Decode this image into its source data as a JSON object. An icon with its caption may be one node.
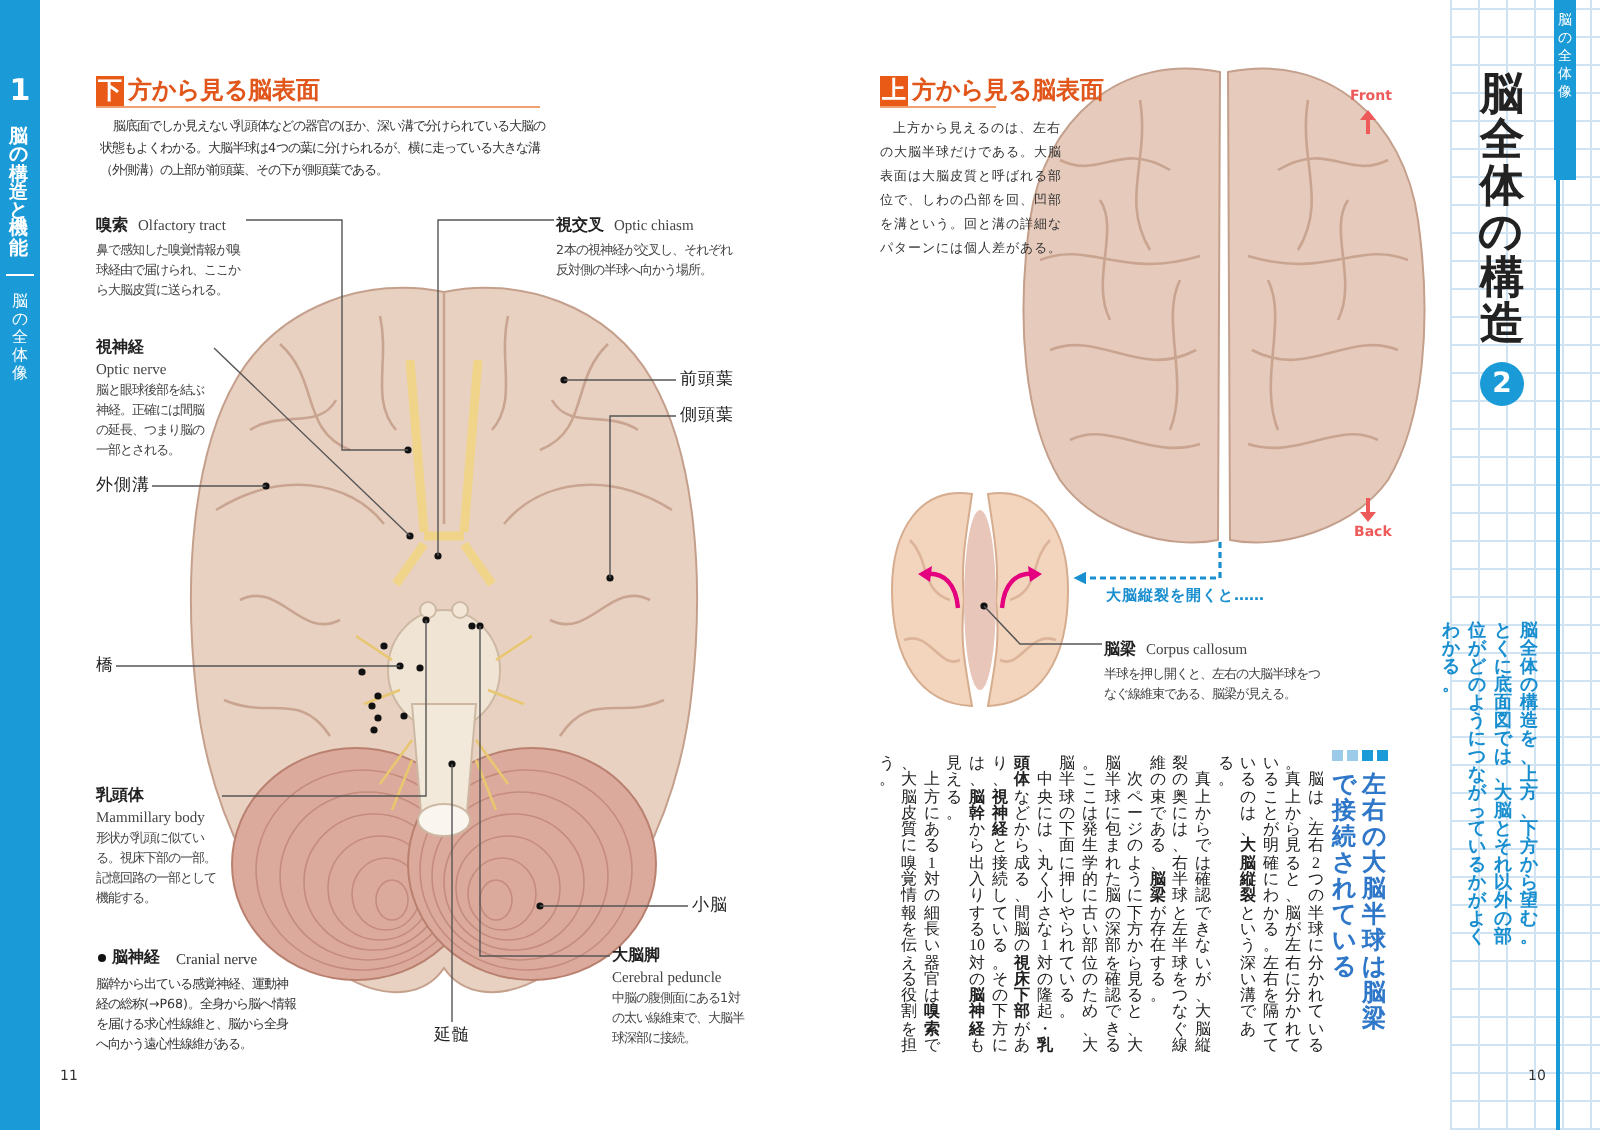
{
  "diagram": {
    "title": "脳全体の構造",
    "nodes": [
      {
        "text": [
          "嗅索",
          "Olfactory tract",
          "鼻で感知した嗅覚情報が嗅球経由で届けられ、ここから大脳皮質に送られる。"
        ]
      },
      {
        "text": [
          "視交叉",
          "Optic chiasm",
          "2本の視神経が交叉し、それぞれ反対側の半球へ向かう場所。"
        ]
      },
      {
        "text": [
          "視神経",
          "Optic nerve",
          "脳と眼球後部を結ぶ神経。正確には間脳の延長、つまり脳の一部とされる。"
        ]
      },
      {
        "text": [
          "前頭葉"
        ]
      },
      {
        "text": [
          "側頭葉"
        ]
      },
      {
        "text": [
          "外側溝"
        ]
      },
      {
        "text": [
          "橋"
        ]
      },
      {
        "text": [
          "乳頭体",
          "Mammillary body",
          "形状が乳頭に似ている。視床下部の一部。記憶回路の一部として機能する。"
        ]
      },
      {
        "text": [
          "小脳"
        ]
      },
      {
        "text": [
          "延髄"
        ]
      },
      {
        "text": [
          "大脳脚",
          "Cerebral peduncle",
          "中脳の腹側面にある1対の太い線維束で、大脳半球深部に接続。"
        ]
      },
      {
        "text": [
          "脳梁",
          "Corpus callosum",
          "半球を押し開くと、左右の大脳半球をつなぐ線維束である、脳梁が見える。"
        ]
      },
      {
        "text": [],
        "shape": "picture"
      },
      {
        "text": [],
        "shape": "picture"
      },
      {
        "text": [],
        "shape": "picture"
      }
    ],
    "edges": [
      {
        "from": 0,
        "to": 12,
        "arrow": "none"
      },
      {
        "from": 1,
        "to": 12,
        "arrow": "none"
      },
      {
        "from": 2,
        "to": 12,
        "arrow": "none"
      },
      {
        "from": 3,
        "to": 12,
        "arrow": "none"
      },
      {
        "from": 4,
        "to": 12,
        "arrow": "none"
      },
      {
        "from": 5,
        "to": 12,
        "arrow": "none"
      },
      {
        "from": 6,
        "to": 12,
        "arrow": "none"
      },
      {
        "from": 7,
        "to": 12,
        "arrow": "none"
      },
      {
        "from": 8,
        "to": 12,
        "arrow": "none"
      },
      {
        "from": 9,
        "to": 12,
        "arrow": "none"
      },
      {
        "from": 10,
        "to": 12,
        "arrow": "none"
      },
      {
        "from": 11,
        "to": 14,
        "arrow": "none"
      },
      {
        "from": 13,
        "to": 14,
        "arrow": "to",
        "style": "dashed",
        "color": "#1a8fd0",
        "label": "大脳縦裂を開くと……"
      }
    ],
    "labels": [
      "1",
      "脳の構造と機能",
      "脳の全体像",
      "下",
      "方から見る脳表面",
      "脳底面でしか見えない乳頭体などの器官のほか、深い溝で分けられている大脳の状態もよくわかる。大脳半球は4つの葉に分けられるが、横に走っている大きな溝（外側溝）の上部が前頭葉、その下が側頭葉である。",
      "脳神経",
      "Cranial nerve",
      "脳幹から出ている感覚神経、運動神経の総称(→P68)。全身から脳へ情報を届ける求心性線維と、脳から全身へ向かう遠心性線維がある。",
      "11",
      "上",
      "方から見る脳表面",
      "上方から見えるのは、左右の大脳半球だけである。大脳表面は大脳皮質と呼ばれる部位で、しわの凸部を回、凹部を溝という。回と溝の詳細なパターンには個人差がある。",
      "Front",
      "Back",
      "左右の大脳半球は脳梁で接続されている",
      "脳は、左右2つの半球に分かれている。真上から見ると、脳が左右に分かれていることが明確にわかる。左右を隔てているのは、**大脳縦裂**という深い溝である。",
      "真上からでは確認できないが、大脳縦裂の奥には、右半球と左半球をつなぐ線維の束である、**脳梁**が存在する。",
      "次ページのように下方から見ると、大脳半球に包まれた脳の深部を確認できる。ここは発生学的に古い部位のため、大脳半球の下面に押しやられている。",
      "中央には、丸く小さな1対の隆起・**乳頭体**などから成る、間脳の**視床下部**があり、**視神経**と接続している。その下方には、**脳幹**から出入りする10対の**脳神経**も見える。",
      "上方にある1対の細長い器官は**嗅索**で、大脳皮質に嗅覚情報を伝える役割を担う。",
      "脳の全体像",
      "2",
      "脳全体の構造を、上方、下方から望む。とくに底面図では、大脳とそれ以外の部位がどのようにつながっているかがよくわかる。",
      "10"
    ]
  }
}
